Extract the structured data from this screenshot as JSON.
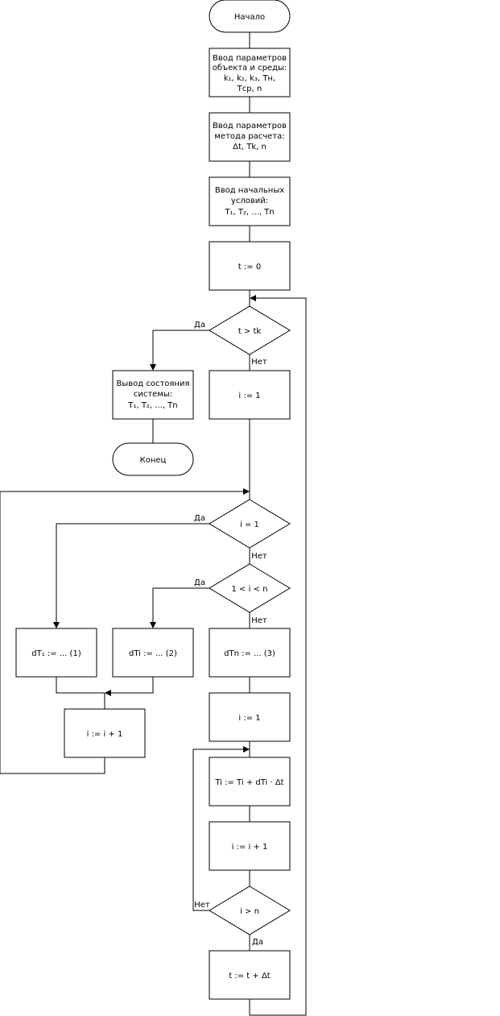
{
  "nodes": {
    "start": "Начало",
    "input_obj_l1": "Ввод параметров",
    "input_obj_l2": "объекта и среды:",
    "input_obj_l3": "k₁, k₂, k₃, Tн,",
    "input_obj_l4": "Tср, n",
    "input_method_l1": "Ввод параметров",
    "input_method_l2": "метода расчета:",
    "input_method_l3": "Δt, Tk, n",
    "input_init_l1": "Ввод начальных",
    "input_init_l2": "условий:",
    "input_init_l3": "T₁, T₂, ..., Tn",
    "t_zero": "t := 0",
    "cond_t": "t > tk",
    "i_one_a": "i := 1",
    "output_l1": "Вывод состояния",
    "output_l2": "системы:",
    "output_l3": "T₁, T₂, ..., Tn",
    "end": "Конец",
    "cond_i1": "i = 1",
    "cond_mid": "1 < i < n",
    "calc1": "dT₁ := ... (1)",
    "calci": "dTi := ... (2)",
    "calcn": "dTn := ... (3)",
    "incr_left": "i := i + 1",
    "i_one_b": "i := 1",
    "update_T": "Ti := Ti + dTi · Δt",
    "incr_right": "i := i + 1",
    "cond_in": "i > n",
    "incr_t": "t := t + Δt"
  },
  "labels": {
    "yes": "Да",
    "no": "Нет"
  }
}
